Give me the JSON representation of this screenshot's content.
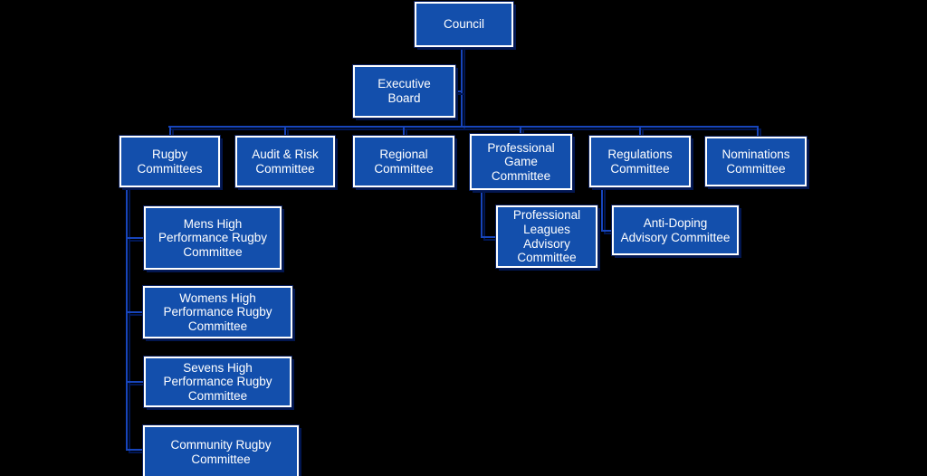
{
  "diagram": {
    "type": "organization-chart",
    "background_color": "#000000",
    "box_style": {
      "fill": "#134FAC",
      "border_color": "#FFFFFF",
      "text_color": "#FFFFFF",
      "shadow_color": "#02164F"
    },
    "connector_style": {
      "color": "#1745BC",
      "shadow_color": "#001653"
    },
    "nodes": {
      "council": {
        "label": "Council"
      },
      "executive_board": {
        "label": "Executive\nBoard"
      },
      "rugby_committees": {
        "label": "Rugby\nCommittees"
      },
      "audit_risk_committee": {
        "label": "Audit & Risk\nCommittee"
      },
      "regional_committee": {
        "label": "Regional\nCommittee"
      },
      "professional_game_committee": {
        "label": "Professional\nGame\nCommittee"
      },
      "regulations_committee": {
        "label": "Regulations\nCommittee"
      },
      "nominations_committee": {
        "label": "Nominations\nCommittee"
      },
      "mens_high_performance": {
        "label": "Mens High\nPerformance Rugby\nCommittee"
      },
      "womens_high_performance": {
        "label": "Womens High\nPerformance Rugby\nCommittee"
      },
      "sevens_high_performance": {
        "label": "Sevens High\nPerformance Rugby\nCommittee"
      },
      "community_rugby": {
        "label": "Community Rugby\nCommittee"
      },
      "professional_leagues_advisory": {
        "label": "Professional\nLeagues\nAdvisory\nCommittee"
      },
      "anti_doping_advisory": {
        "label": "Anti-Doping\nAdvisory Committee"
      }
    },
    "edges": [
      {
        "from": "council",
        "to": "executive_board"
      },
      {
        "from": "council",
        "to": "rugby_committees"
      },
      {
        "from": "council",
        "to": "audit_risk_committee"
      },
      {
        "from": "council",
        "to": "regional_committee"
      },
      {
        "from": "council",
        "to": "professional_game_committee"
      },
      {
        "from": "council",
        "to": "regulations_committee"
      },
      {
        "from": "council",
        "to": "nominations_committee"
      },
      {
        "from": "rugby_committees",
        "to": "mens_high_performance"
      },
      {
        "from": "rugby_committees",
        "to": "womens_high_performance"
      },
      {
        "from": "rugby_committees",
        "to": "sevens_high_performance"
      },
      {
        "from": "rugby_committees",
        "to": "community_rugby"
      },
      {
        "from": "professional_game_committee",
        "to": "professional_leagues_advisory"
      },
      {
        "from": "regulations_committee",
        "to": "anti_doping_advisory"
      }
    ]
  }
}
